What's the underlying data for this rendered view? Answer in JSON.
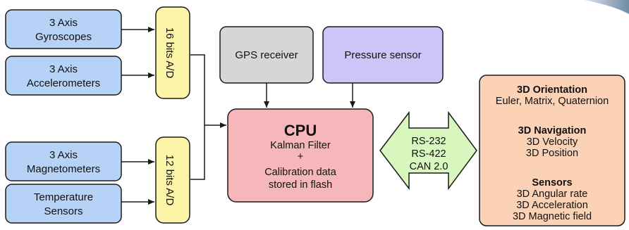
{
  "colors": {
    "sensor_fill": "#b7d2f7",
    "adc_fill": "#fdf6a8",
    "gps_fill": "#d6d6d6",
    "pressure_fill": "#cdc4f7",
    "cpu_fill": "#f6b7bb",
    "bus_fill": "#d8f7be",
    "output_fill": "#fbd2b5",
    "stroke": "#1a1a1a"
  },
  "sensors": {
    "gyroscopes": [
      "3 Axis",
      "Gyroscopes"
    ],
    "accelerometers": [
      "3 Axis",
      "Accelerometers"
    ],
    "magnetometers": [
      "3 Axis",
      "Magnetometers"
    ],
    "temperature": [
      "Temperature",
      "Sensors"
    ]
  },
  "adc": {
    "upper": "16 bits A/D",
    "lower": "12 bits A/D"
  },
  "gps": {
    "label": "GPS receiver"
  },
  "pressure": {
    "label": "Pressure sensor"
  },
  "cpu": {
    "title": "CPU",
    "lines": [
      "Kalman Filter",
      "+",
      "Calibration data",
      "stored in flash"
    ]
  },
  "bus": {
    "lines": [
      "RS-232",
      "RS-422",
      "CAN 2.0"
    ]
  },
  "outputs": {
    "orientation": {
      "heading": "3D Orientation",
      "lines": [
        "Euler, Matrix, Quaternion"
      ]
    },
    "navigation": {
      "heading": "3D Navigation",
      "lines": [
        "3D Velocity",
        "3D Position"
      ]
    },
    "sensors": {
      "heading": "Sensors",
      "lines": [
        "3D Angular rate",
        "3D Acceleration",
        "3D Magnetic field"
      ]
    }
  }
}
